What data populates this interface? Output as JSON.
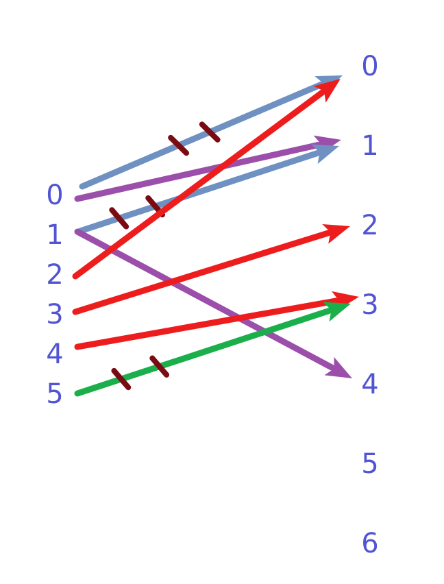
{
  "colors": {
    "label": "#5154d3",
    "blue": "#6e91c2",
    "purple": "#9b4faa",
    "red": "#ee1d1d",
    "green": "#1aaf4a",
    "tick": "#7a0b12"
  },
  "left_labels": [
    "0",
    "1",
    "2",
    "3",
    "4",
    "5"
  ],
  "right_labels": [
    "0",
    "1",
    "2",
    "3",
    "4",
    "5",
    "6"
  ],
  "arrows": [
    {
      "id": "blue-0-0",
      "from": 0,
      "to": 0,
      "color": "blue",
      "ticks": 2
    },
    {
      "id": "purple-0-1",
      "from": 0,
      "to": 1,
      "color": "purple",
      "ticks": 0
    },
    {
      "id": "blue-1-1",
      "from": 1,
      "to": 1,
      "color": "blue",
      "ticks": 2
    },
    {
      "id": "purple-1-4",
      "from": 1,
      "to": 4,
      "color": "purple",
      "ticks": 0
    },
    {
      "id": "red-2-0",
      "from": 2,
      "to": 0,
      "color": "red",
      "ticks": 0
    },
    {
      "id": "red-3-2",
      "from": 3,
      "to": 2,
      "color": "red",
      "ticks": 0
    },
    {
      "id": "red-4-3",
      "from": 4,
      "to": 3,
      "color": "red",
      "ticks": 0
    },
    {
      "id": "green-5-3",
      "from": 5,
      "to": 3,
      "color": "green",
      "ticks": 2
    }
  ]
}
